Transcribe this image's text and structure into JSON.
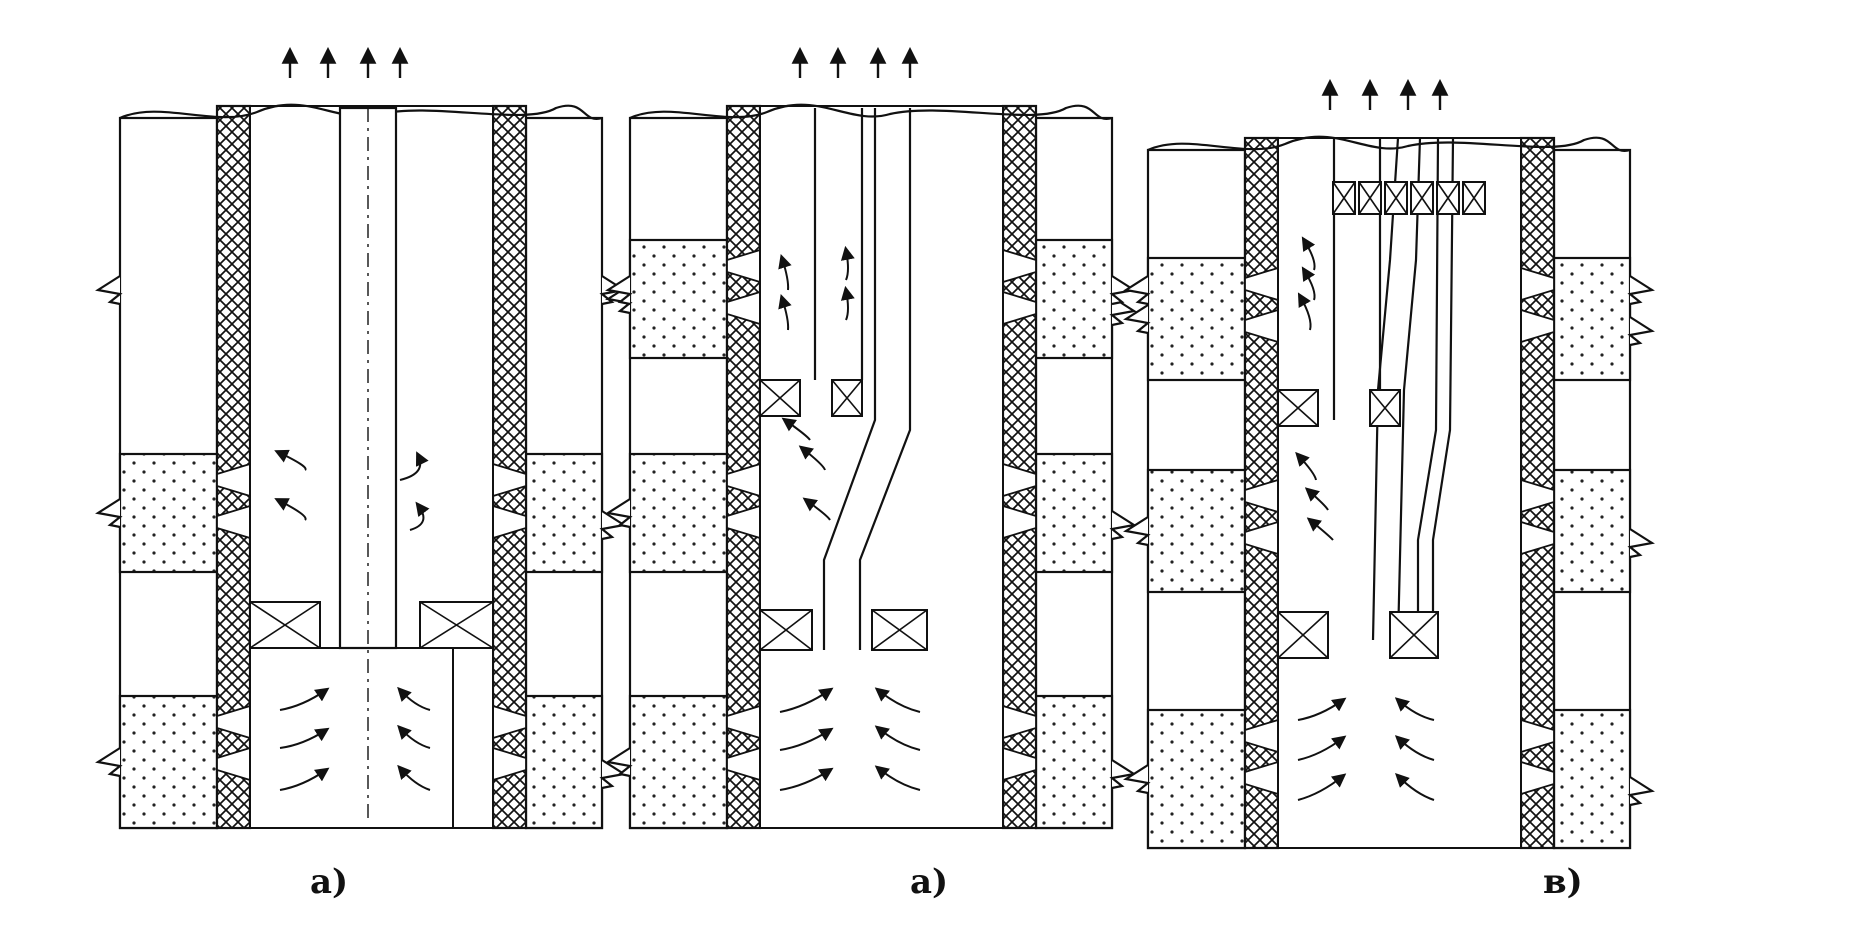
{
  "figure": {
    "panels": [
      {
        "id": "a1",
        "caption": "a)"
      },
      {
        "id": "a2",
        "caption": "а)"
      },
      {
        "id": "v",
        "caption": "в)"
      }
    ]
  },
  "colors": {
    "ink": "#111111",
    "hatch": "#111111",
    "background": "#ffffff"
  },
  "icons": {
    "flow": "arrow-up-icon",
    "packer": "packer-cross-icon"
  }
}
